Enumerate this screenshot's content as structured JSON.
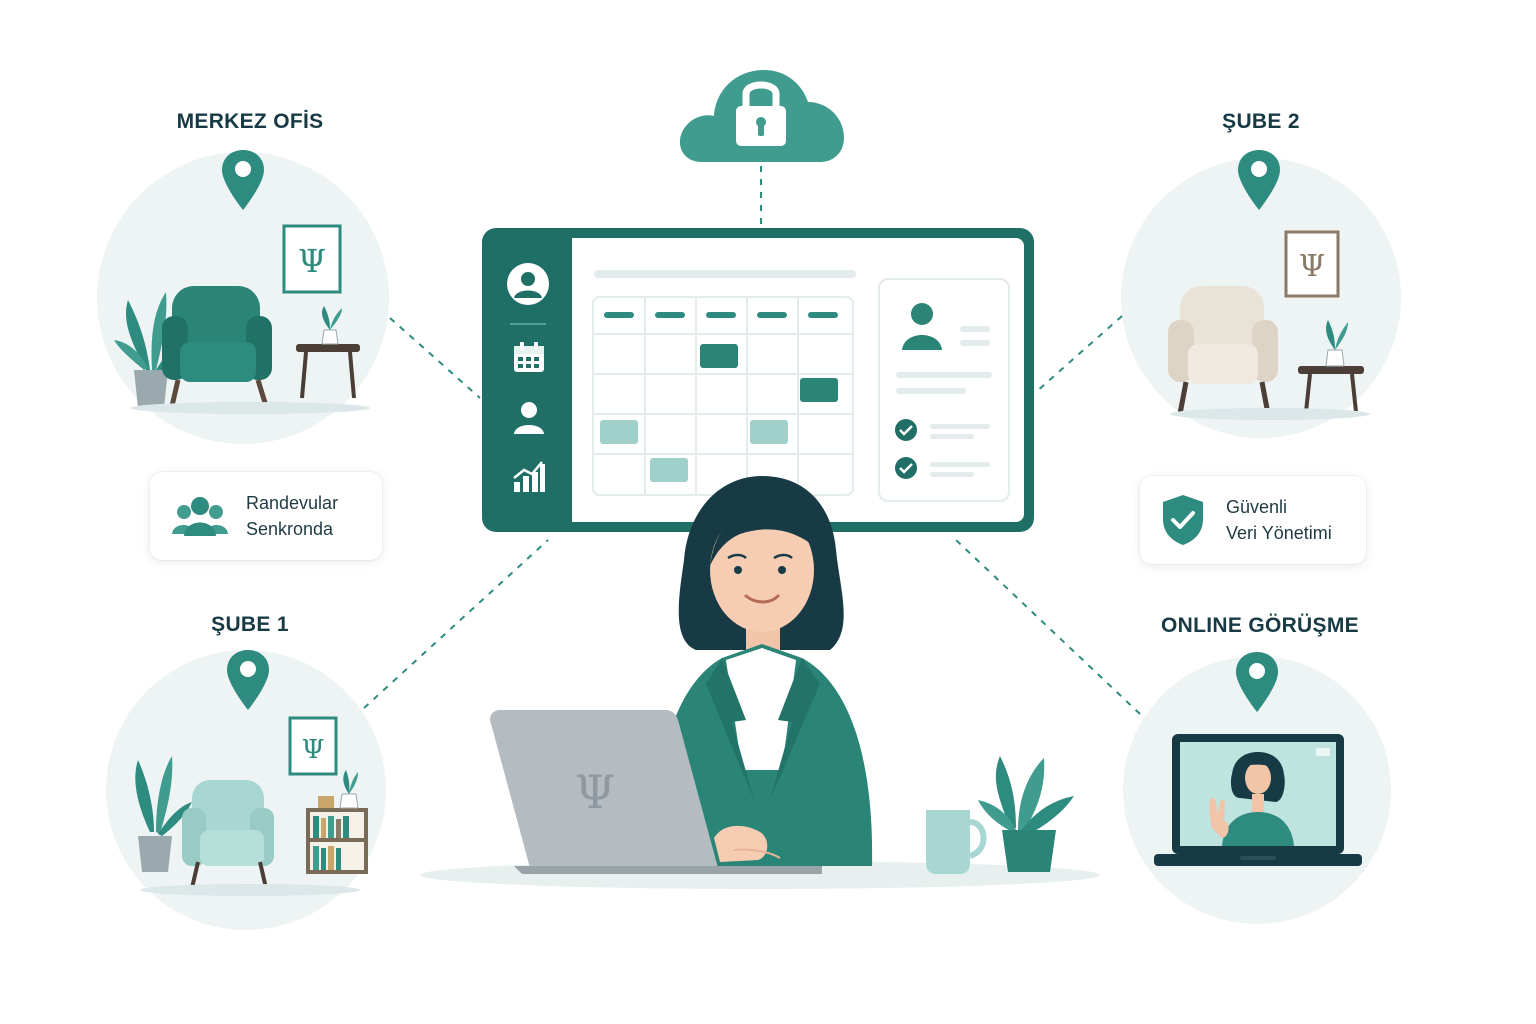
{
  "locations": {
    "merkez": {
      "title": "MERKEZ OFİS"
    },
    "sube1": {
      "title": "ŞUBE 1"
    },
    "sube2": {
      "title": "ŞUBE 2"
    },
    "online": {
      "title": "ONLINE GÖRÜŞME"
    }
  },
  "badges": {
    "sync": {
      "line1": "Randevular",
      "line2": "Senkronda",
      "icon": "users-group-icon"
    },
    "secure": {
      "line1": "Güvenli",
      "line2": "Veri Yönetimi",
      "icon": "shield-check-icon"
    }
  },
  "icons": {
    "cloud": "cloud-lock-icon",
    "pin": "map-pin-icon",
    "psi": "Ψ"
  },
  "colors": {
    "primary": "#2e8b7f",
    "primary_dark": "#1f6f66",
    "light": "#9fd0c9",
    "circle_bg": "#eef3f4",
    "text_dark": "#173a45"
  }
}
